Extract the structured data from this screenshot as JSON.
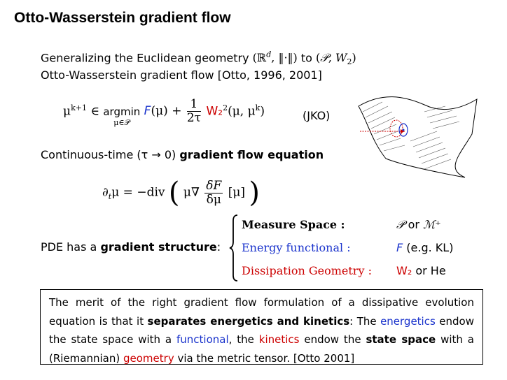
{
  "slide": {
    "title": "Otto-Wasserstein gradient flow",
    "line1_text": "Generalizing the Euclidean geometry",
    "line1_to": "to",
    "line2": "Otto-Wasserstein gradient flow [Otto, 1996, 2001]",
    "jko": {
      "mu": "μ",
      "sup": "k+1",
      "in": "∈",
      "argmin": "argmin",
      "sub": "μ∈𝒫",
      "F": "F",
      "F_arg": "(μ)",
      "plus": "+",
      "frac_num": "1",
      "frac_den": "2τ",
      "W2": "W₂",
      "W2_sup": "2",
      "W2_arg": "(μ, μ",
      "W2_arg_sup": "k",
      "W2_close": ")",
      "tag": "(JKO)"
    },
    "cont": {
      "prefix": "Continuous-time (τ → 0)",
      "bold": "gradient flow equation"
    },
    "pde_eq": {
      "lhs": "∂",
      "lhs_sub": "t",
      "lhs_mu": "μ = −div",
      "inner": "μ∇",
      "frac_num": "δF",
      "frac_den": "δμ",
      "bracket": "[μ]"
    },
    "structure": {
      "label_prefix": "PDE has a",
      "label_bold": "gradient structure",
      "label_suffix": ":",
      "rows": [
        {
          "left": "Measure Space :",
          "right_a": "𝒫",
          "right_or": "or",
          "right_b": "ℳ⁺"
        },
        {
          "left": "Energy functional :",
          "right_a": "F",
          "right_rest": "(e.g. KL)"
        },
        {
          "left": "Dissipation Geometry :",
          "right_a": "W₂",
          "right_or": "or",
          "right_b": "He"
        }
      ]
    },
    "box": {
      "t1": "The merit of the right gradient flow formulation of a dissipative evolution equation is that it",
      "b1": "separates energetics and kinetics",
      "t2": ": The",
      "c1": "energetics",
      "t3": "endow the state space with a",
      "c2": "functional",
      "t4": ", the",
      "c3": "kinetics",
      "t5": "endow the",
      "b2": "state space",
      "t6": "with a (Riemannian)",
      "c4": "geometry",
      "t7": "via the metric tensor. [Otto 2001]"
    },
    "colors": {
      "red": "#cc0000",
      "blue": "#1a33cc"
    }
  }
}
